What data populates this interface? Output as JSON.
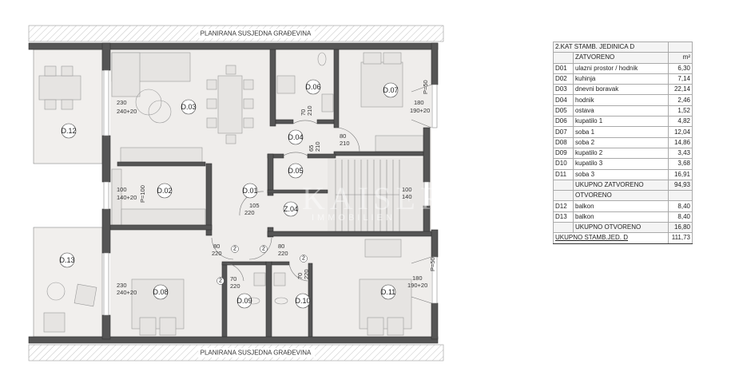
{
  "plan": {
    "neighbor_top": "PLANIRANA SUSJEDNA GRAĐEVINA",
    "neighbor_bottom": "PLANIRANA SUSJEDNA GRAĐEVINA",
    "rooms": [
      "D.01",
      "D.02",
      "D.03",
      "D.04",
      "D.05",
      "D.06",
      "D.07",
      "D.08",
      "D.09",
      "D.10",
      "D.11",
      "D.12",
      "D.13",
      "Z.04"
    ],
    "annotations": [
      "230",
      "240+20",
      "100",
      "140+20",
      "P=100",
      "70",
      "210",
      "80",
      "210",
      "65",
      "210",
      "180",
      "190+20",
      "P=50",
      "100",
      "140",
      "105",
      "220",
      "80",
      "220",
      "80",
      "220",
      "70",
      "220",
      "70",
      "220",
      "230",
      "240+20",
      "180",
      "190+20",
      "P=50"
    ],
    "door_marks": [
      "2",
      "2",
      "2",
      "2"
    ],
    "watermark": "KAISER",
    "watermark_sub": "IMMOBILIEN"
  },
  "table": {
    "title": "2.KAT STAMB. JEDINICA D",
    "section_closed": "ZATVORENO",
    "unit": "m²",
    "closed_rows": [
      {
        "code": "D01",
        "name": "ulazni prostor / hodnik",
        "area": "6,30"
      },
      {
        "code": "D02",
        "name": "kuhinja",
        "area": "7,14"
      },
      {
        "code": "D03",
        "name": "dnevni boravak",
        "area": "22,14"
      },
      {
        "code": "D04",
        "name": "hodnik",
        "area": "2,46"
      },
      {
        "code": "D05",
        "name": "ostava",
        "area": "1,52"
      },
      {
        "code": "D06",
        "name": "kupatilo 1",
        "area": "4,82"
      },
      {
        "code": "D07",
        "name": "soba 1",
        "area": "12,04"
      },
      {
        "code": "D08",
        "name": "soba 2",
        "area": "14,86"
      },
      {
        "code": "D09",
        "name": "kupatilo 2",
        "area": "3,43"
      },
      {
        "code": "D10",
        "name": "kupatilo 3",
        "area": "3,68"
      },
      {
        "code": "D11",
        "name": "soba 3",
        "area": "16,91"
      }
    ],
    "closed_total_label": "UKUPNO ZATVORENO",
    "closed_total": "94,93",
    "section_open": "OTVORENO",
    "open_rows": [
      {
        "code": "D12",
        "name": "balkon",
        "area": "8,40"
      },
      {
        "code": "D13",
        "name": "balkon",
        "area": "8,40"
      }
    ],
    "open_total_label": "UKUPNO OTVORENO",
    "open_total": "16,80",
    "grand_total_label": "UKUPNO STAMB.JED. D",
    "grand_total": "111,73"
  }
}
